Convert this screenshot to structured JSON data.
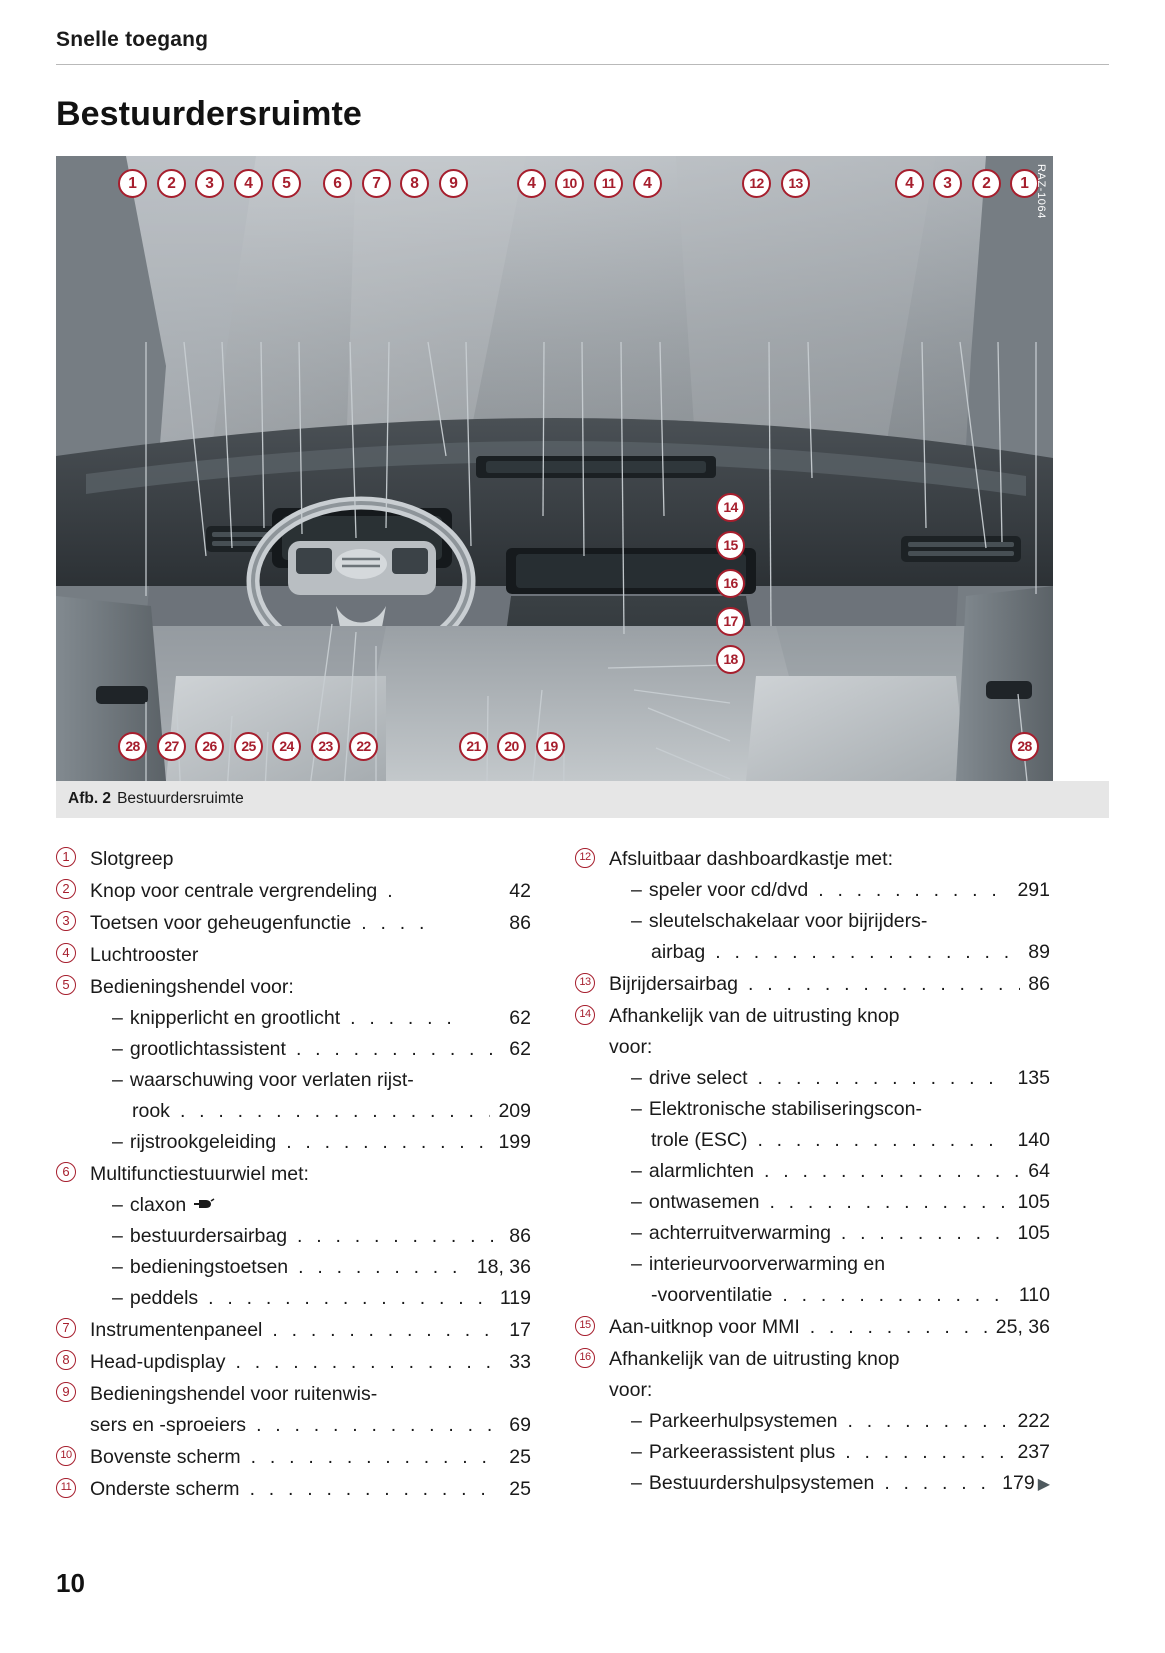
{
  "header": {
    "running_head": "Snelle toegang",
    "chapter_title": "Bestuurdersruimte"
  },
  "figure": {
    "code_label": "RAZ-1064",
    "caption_label": "Afb. 2",
    "caption_text": "Bestuurdersruimte",
    "callouts_top": [
      "1",
      "2",
      "3",
      "4",
      "5",
      "6",
      "7",
      "8",
      "9",
      "4",
      "10",
      "11",
      "4",
      "12",
      "13",
      "4",
      "3",
      "2",
      "1"
    ],
    "callouts_right": [
      "14",
      "15",
      "16",
      "17",
      "18"
    ],
    "callouts_bottom": [
      "28",
      "27",
      "26",
      "25",
      "24",
      "23",
      "22",
      "21",
      "20",
      "19",
      "28"
    ],
    "accent_color": "#a61e2d"
  },
  "left_column": [
    {
      "num": "1",
      "lines": [
        {
          "kind": "main",
          "label": "Slotgreep",
          "leader": "",
          "page": ""
        }
      ]
    },
    {
      "num": "2",
      "lines": [
        {
          "kind": "main",
          "label": "Knop voor centrale vergrendeling",
          "leader": ".",
          "page": "42"
        }
      ]
    },
    {
      "num": "3",
      "lines": [
        {
          "kind": "main",
          "label": "Toetsen voor geheugenfunctie",
          "leader": ". . . .",
          "page": "86"
        }
      ]
    },
    {
      "num": "4",
      "lines": [
        {
          "kind": "main",
          "label": "Luchtrooster",
          "leader": "",
          "page": ""
        }
      ]
    },
    {
      "num": "5",
      "lines": [
        {
          "kind": "main",
          "label": "Bedieningshendel voor:",
          "leader": "",
          "page": ""
        },
        {
          "kind": "sub",
          "label": "knipperlicht en grootlicht",
          "leader": ". . . . . .",
          "page": "62"
        },
        {
          "kind": "sub",
          "label": "grootlichtassistent",
          "leader": ". . . . . . . . . . .",
          "page": "62"
        },
        {
          "kind": "sub",
          "label": "waarschuwing voor verlaten rijst-",
          "leader": "",
          "page": ""
        },
        {
          "kind": "cont",
          "label": "rook",
          "leader": ". . . . . . . . . . . . . . . . . . .",
          "page": "209"
        },
        {
          "kind": "sub",
          "label": "rijstrookgeleiding",
          "leader": ". . . . . . . . . . . . .",
          "page": "199"
        }
      ]
    },
    {
      "num": "6",
      "lines": [
        {
          "kind": "main",
          "label": "Multifunctiestuurwiel met:",
          "leader": "",
          "page": ""
        },
        {
          "kind": "sub-horn",
          "label": "claxon",
          "leader": "",
          "page": ""
        },
        {
          "kind": "sub",
          "label": "bestuurdersairbag",
          "leader": ". . . . . . . . . . . .",
          "page": "86"
        },
        {
          "kind": "sub",
          "label": "bedieningstoetsen",
          "leader": ". . . . . . . . . . . .",
          "page": "18, 36"
        },
        {
          "kind": "sub",
          "label": "peddels",
          "leader": ". . . . . . . . . . . . . . . . . . .",
          "page": "119"
        }
      ]
    },
    {
      "num": "7",
      "lines": [
        {
          "kind": "main",
          "label": "Instrumentenpaneel",
          "leader": ". . . . . . . . . . . .",
          "page": "17"
        }
      ]
    },
    {
      "num": "8",
      "lines": [
        {
          "kind": "main",
          "label": "Head-updisplay",
          "leader": ". . . . . . . . . . . . . . .",
          "page": "33"
        }
      ]
    },
    {
      "num": "9",
      "lines": [
        {
          "kind": "main",
          "label": "Bedieningshendel voor ruitenwis-",
          "leader": "",
          "page": ""
        },
        {
          "kind": "cont-flush",
          "label": "sers en -sproeiers",
          "leader": ". . . . . . . . . . . . . .",
          "page": "69"
        }
      ]
    },
    {
      "num": "10",
      "lines": [
        {
          "kind": "main",
          "label": "Bovenste scherm",
          "leader": ". . . . . . . . . . . . . . .",
          "page": "25"
        }
      ]
    },
    {
      "num": "11",
      "lines": [
        {
          "kind": "main",
          "label": "Onderste scherm",
          "leader": ". . . . . . . . . . . . . . .",
          "page": "25"
        }
      ]
    }
  ],
  "right_column": [
    {
      "num": "12",
      "lines": [
        {
          "kind": "main",
          "label": "Afsluitbaar dashboardkastje met:",
          "leader": "",
          "page": ""
        },
        {
          "kind": "sub",
          "label": "speler voor cd/dvd",
          "leader": ". . . . . . . . . . . .",
          "page": "291"
        },
        {
          "kind": "sub",
          "label": "sleutelschakelaar voor bijrijders-",
          "leader": "",
          "page": ""
        },
        {
          "kind": "cont",
          "label": "airbag",
          "leader": ". . . . . . . . . . . . . . . . . . . .",
          "page": "89"
        }
      ]
    },
    {
      "num": "13",
      "lines": [
        {
          "kind": "main",
          "label": "Bijrijdersairbag",
          "leader": ". . . . . . . . . . . . . . .",
          "page": "86"
        }
      ]
    },
    {
      "num": "14",
      "lines": [
        {
          "kind": "main",
          "label": "Afhankelijk van de uitrusting knop",
          "leader": "",
          "page": ""
        },
        {
          "kind": "cont-flush",
          "label": "voor:",
          "leader": "",
          "page": ""
        },
        {
          "kind": "sub",
          "label": "drive select",
          "leader": ". . . . . . . . . . . . . . . . .",
          "page": "135"
        },
        {
          "kind": "sub",
          "label": "Elektronische stabiliseringscon-",
          "leader": "",
          "page": ""
        },
        {
          "kind": "cont",
          "label": "trole (ESC)",
          "leader": ". . . . . . . . . . . . . . . .",
          "page": "140"
        },
        {
          "kind": "sub",
          "label": "alarmlichten",
          "leader": ". . . . . . . . . . . . . . . .",
          "page": "64"
        },
        {
          "kind": "sub",
          "label": "ontwasemen",
          "leader": ". . . . . . . . . . . . . . . .",
          "page": "105"
        },
        {
          "kind": "sub",
          "label": "achterruitverwarming",
          "leader": ". . . . . . . . .",
          "page": "105"
        },
        {
          "kind": "sub",
          "label": "interieurvoorverwarming en",
          "leader": "",
          "page": ""
        },
        {
          "kind": "cont",
          "label": "-voorventilatie",
          "leader": ". . . . . . . . . . . . . .",
          "page": "110"
        }
      ]
    },
    {
      "num": "15",
      "lines": [
        {
          "kind": "main",
          "label": "Aan-uitknop voor MMI",
          "leader": ". . . . . . . . . .",
          "page": "25, 36"
        }
      ]
    },
    {
      "num": "16",
      "lines": [
        {
          "kind": "main",
          "label": "Afhankelijk van de uitrusting knop",
          "leader": "",
          "page": ""
        },
        {
          "kind": "cont-flush",
          "label": "voor:",
          "leader": "",
          "page": ""
        },
        {
          "kind": "sub",
          "label": "Parkeerhulpsystemen",
          "leader": ". . . . . . . . .",
          "page": "222"
        },
        {
          "kind": "sub",
          "label": "Parkeerassistent plus",
          "leader": ". . . . . . . . . .",
          "page": "237"
        },
        {
          "kind": "sub-arrow",
          "label": "Bestuurdershulpsystemen",
          "leader": ". . . . . .",
          "page": "179"
        }
      ]
    }
  ],
  "folio": "10"
}
